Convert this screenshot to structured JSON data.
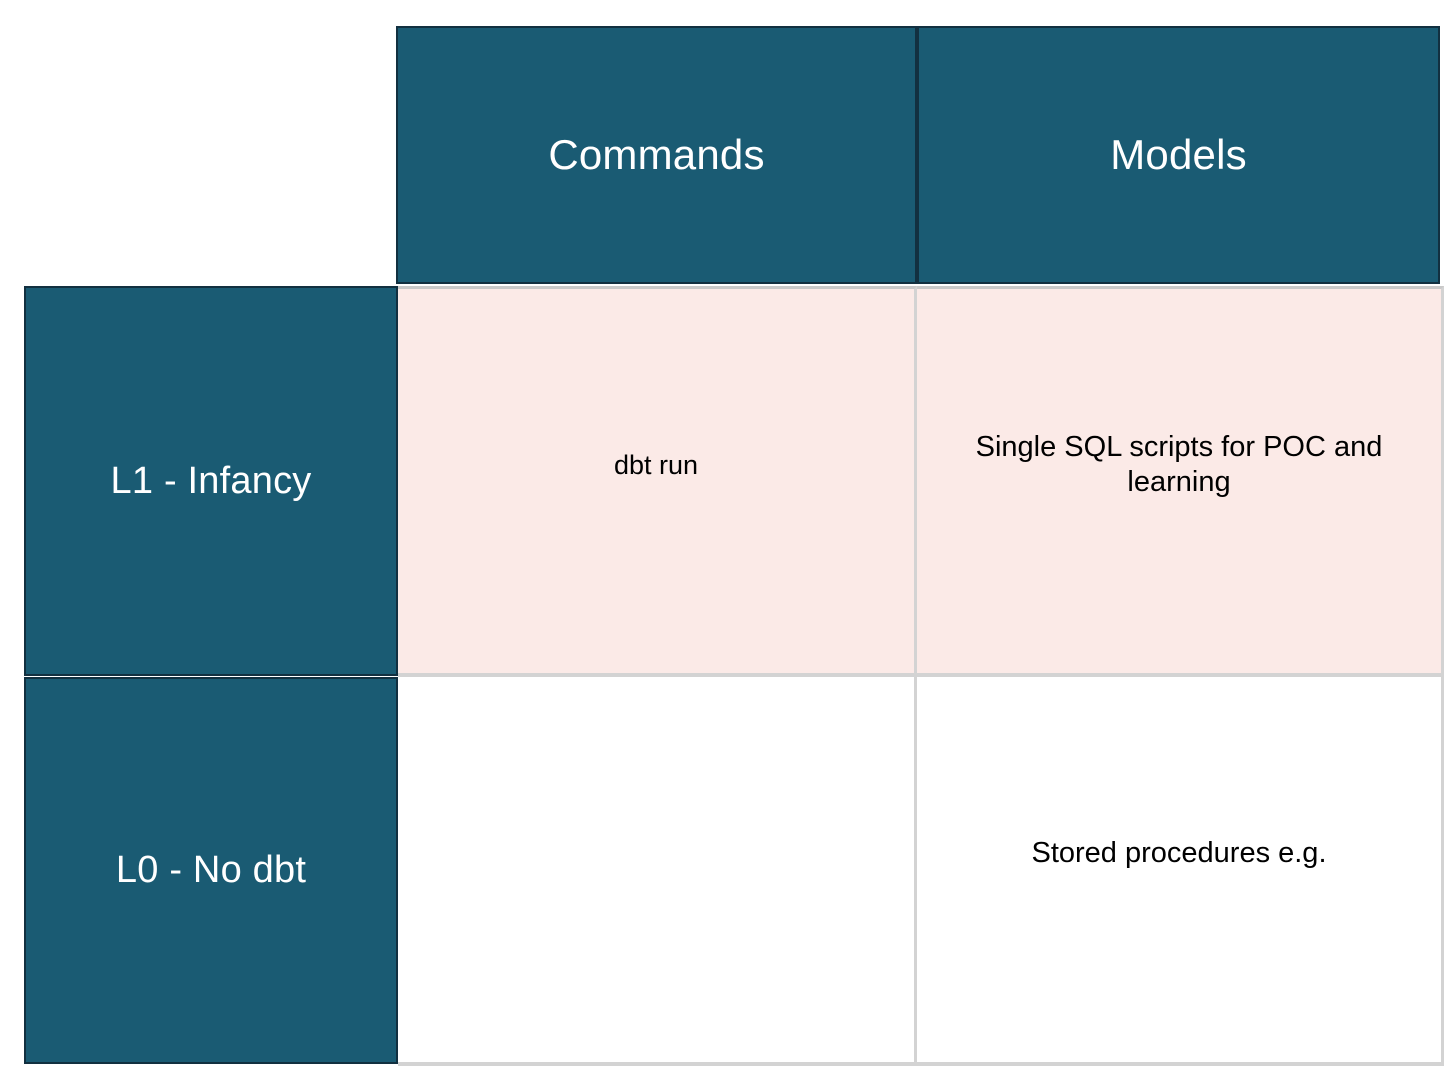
{
  "matrix": {
    "corner_label": "",
    "columns": [
      {
        "id": "commands",
        "label": "Commands"
      },
      {
        "id": "models",
        "label": "Models"
      }
    ],
    "rows": [
      {
        "id": "l1",
        "label": "L1 - Infancy",
        "fill": "#fbeae7",
        "cells": {
          "commands": "dbt run",
          "models": "Single SQL scripts for POC and learning"
        }
      },
      {
        "id": "l0",
        "label": "L0 - No dbt",
        "fill": "#ffffff",
        "cells": {
          "commands": "",
          "models": "Stored procedures e.g."
        }
      }
    ]
  },
  "colors": {
    "header_fill": "#1a5b73",
    "header_border": "#123040",
    "header_text": "#ffffff",
    "row_l1_fill": "#fbeae7",
    "row_l0_fill": "#ffffff",
    "body_text": "#000000",
    "grid_line": "#d3d3d3",
    "page_background": "#ffffff"
  }
}
